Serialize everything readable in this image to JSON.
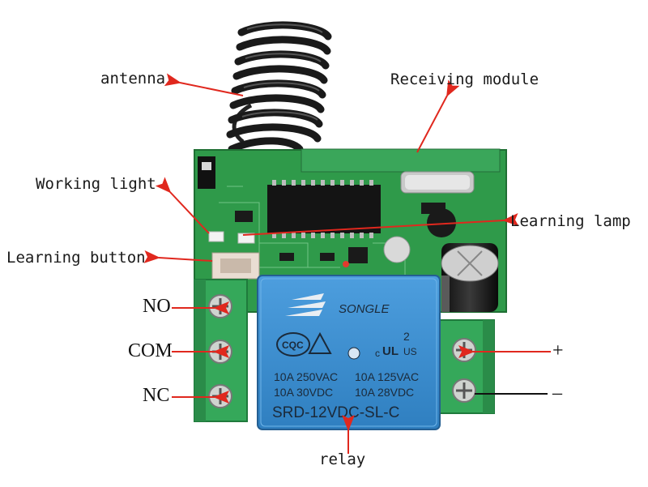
{
  "labels": {
    "antenna": "antenna",
    "receiving_module": "Receiving module",
    "working_light": "Working light",
    "learning_lamp": "Learning lamp",
    "learning_button": "Learning button",
    "no": "NO",
    "com": "COM",
    "nc": "NC",
    "plus": "+",
    "minus": "–",
    "relay": "relay"
  },
  "relay_marking": {
    "brand": "SONGLE",
    "cqc": "CQC",
    "ul": "UL",
    "c": "c",
    "us": "US",
    "num2": "2",
    "rating_1": "10A 250VAC",
    "rating_2": "10A 125VAC",
    "rating_3": "10A  30VDC",
    "rating_4": "10A  28VDC",
    "model": "SRD-12VDC-SL-C"
  },
  "colors": {
    "arrow": "#e0281e",
    "pcb": "#2f9a4a",
    "terminal": "#35a85a",
    "relay_body": "#3f8fd0"
  }
}
